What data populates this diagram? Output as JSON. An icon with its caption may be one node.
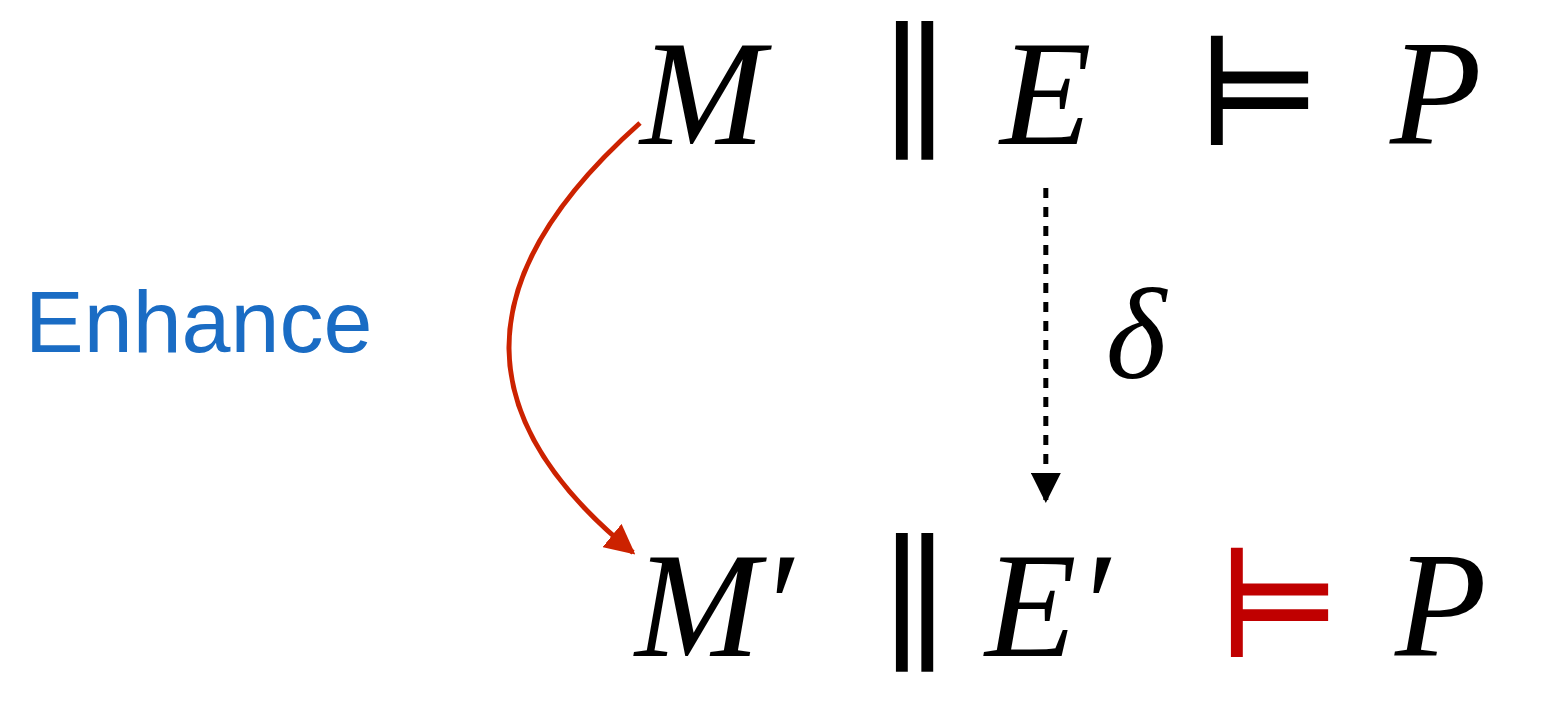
{
  "diagram": {
    "nodes": [
      {
        "text": [
          "M"
        ]
      },
      {
        "text": [
          "E"
        ]
      },
      {
        "text": [
          "M′"
        ]
      },
      {
        "text": [
          "E′"
        ]
      }
    ],
    "edges": [
      {
        "from": 0,
        "to": 2,
        "arrow": "to",
        "label": "Enhance",
        "color": "#cc2200"
      },
      {
        "from": 1,
        "to": 3,
        "arrow": "to",
        "label": "δ",
        "style": "dashed",
        "color": "#000000"
      }
    ],
    "labels": [
      "∥",
      "⊨",
      "P",
      "∥",
      "⊨",
      "P"
    ]
  }
}
